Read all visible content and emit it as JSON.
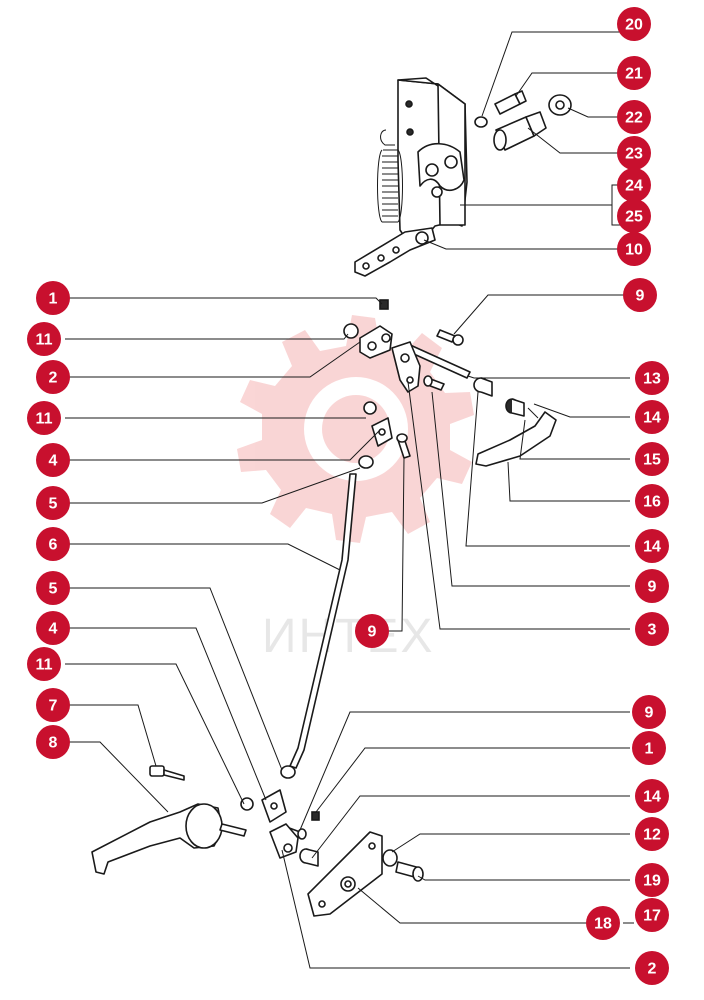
{
  "watermark": {
    "text": "ИНТЕХ",
    "color": "#f08a8a"
  },
  "colors": {
    "callout": "#c8102e",
    "callout_text": "#ffffff",
    "line": "#1a1a1a"
  },
  "callouts": [
    "20",
    "21",
    "22",
    "23",
    "24",
    "25",
    "10",
    "1",
    "9",
    "11",
    "2",
    "13",
    "11",
    "14",
    "4",
    "15",
    "5",
    "16",
    "6",
    "14",
    "9",
    "5",
    "3",
    "4",
    "9",
    "11",
    "7",
    "9",
    "8",
    "1",
    "14",
    "12",
    "19",
    "18",
    "17",
    "2"
  ]
}
